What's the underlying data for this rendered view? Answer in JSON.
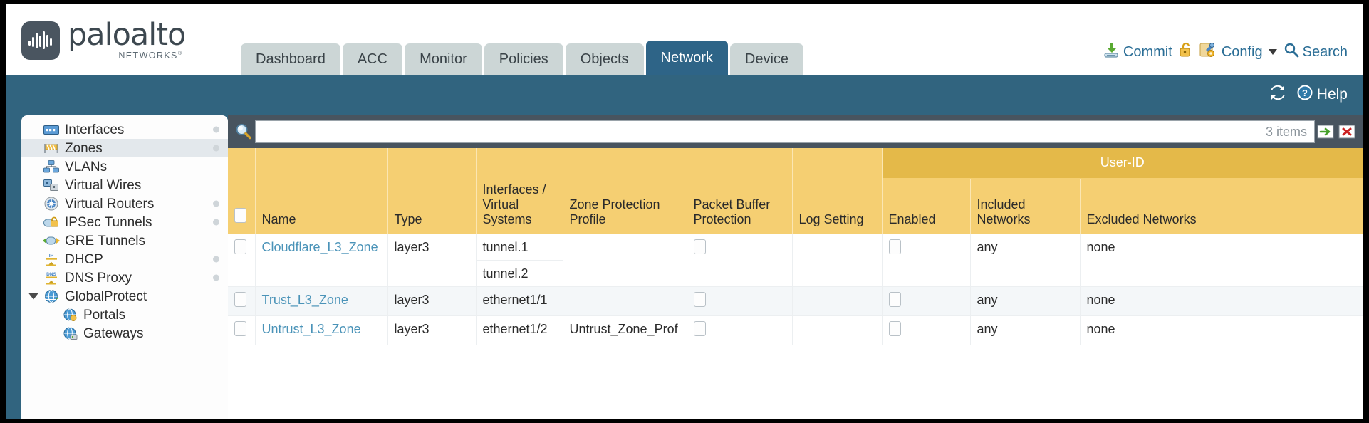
{
  "brand": {
    "name": "paloalto",
    "sub": "NETWORKS",
    "sub_mark": "®",
    "logo_icon": "paloalto-waveform-logo"
  },
  "nav": {
    "tabs": [
      {
        "label": "Dashboard",
        "active": false
      },
      {
        "label": "ACC",
        "active": false
      },
      {
        "label": "Monitor",
        "active": false
      },
      {
        "label": "Policies",
        "active": false
      },
      {
        "label": "Objects",
        "active": false
      },
      {
        "label": "Network",
        "active": true
      },
      {
        "label": "Device",
        "active": false
      }
    ]
  },
  "toolbar": {
    "commit_label": "Commit",
    "commit_icon": "commit-download-icon",
    "lock_icon": "padlock-unlocked-icon",
    "config_label": "Config",
    "config_icon": "config-wrench-icon",
    "config_caret_icon": "chevron-down-icon",
    "search_label": "Search",
    "search_icon": "search-magnifier-icon"
  },
  "band": {
    "refresh_icon": "refresh-icon",
    "help_label": "Help",
    "help_icon": "help-question-icon"
  },
  "sidebar": {
    "items": [
      {
        "label": "Interfaces",
        "icon": "interfaces-icon",
        "selected": false,
        "dot": true,
        "child": false,
        "twisty": false
      },
      {
        "label": "Zones",
        "icon": "zones-icon",
        "selected": true,
        "dot": true,
        "child": false,
        "twisty": false
      },
      {
        "label": "VLANs",
        "icon": "vlans-icon",
        "selected": false,
        "dot": false,
        "child": false,
        "twisty": false
      },
      {
        "label": "Virtual Wires",
        "icon": "virtual-wires-icon",
        "selected": false,
        "dot": false,
        "child": false,
        "twisty": false
      },
      {
        "label": "Virtual Routers",
        "icon": "virtual-routers-icon",
        "selected": false,
        "dot": true,
        "child": false,
        "twisty": false
      },
      {
        "label": "IPSec Tunnels",
        "icon": "ipsec-tunnels-icon",
        "selected": false,
        "dot": true,
        "child": false,
        "twisty": false
      },
      {
        "label": "GRE Tunnels",
        "icon": "gre-tunnels-icon",
        "selected": false,
        "dot": false,
        "child": false,
        "twisty": false
      },
      {
        "label": "DHCP",
        "icon": "dhcp-icon",
        "selected": false,
        "dot": true,
        "child": false,
        "twisty": false
      },
      {
        "label": "DNS Proxy",
        "icon": "dns-proxy-icon",
        "selected": false,
        "dot": true,
        "child": false,
        "twisty": false
      },
      {
        "label": "GlobalProtect",
        "icon": "globalprotect-icon",
        "selected": false,
        "dot": false,
        "child": false,
        "twisty": true
      },
      {
        "label": "Portals",
        "icon": "portals-icon",
        "selected": false,
        "dot": false,
        "child": true,
        "twisty": false
      },
      {
        "label": "Gateways",
        "icon": "gateways-icon",
        "selected": false,
        "dot": false,
        "child": true,
        "twisty": false
      }
    ]
  },
  "search": {
    "value": "",
    "placeholder": "",
    "magnifier_icon": "search-magnifier-icon",
    "item_count": "3 items",
    "apply_icon": "green-arrow-apply-icon",
    "clear_icon": "red-x-clear-icon"
  },
  "table": {
    "group_header": "User-ID",
    "columns": [
      "Name",
      "Type",
      "Interfaces / Virtual Systems",
      "Zone Protection Profile",
      "Packet Buffer Protection",
      "Log Setting",
      "Enabled",
      "Included Networks",
      "Excluded Networks"
    ],
    "rows": [
      {
        "name": "Cloudflare_L3_Zone",
        "type": "layer3",
        "interfaces": [
          "tunnel.1",
          "tunnel.2"
        ],
        "zone_protection_profile": "",
        "packet_buffer_protection": false,
        "log_setting": "",
        "userid_enabled": false,
        "included_networks": "any",
        "excluded_networks": "none",
        "selected": false
      },
      {
        "name": "Trust_L3_Zone",
        "type": "layer3",
        "interfaces": [
          "ethernet1/1"
        ],
        "zone_protection_profile": "",
        "packet_buffer_protection": false,
        "log_setting": "",
        "userid_enabled": false,
        "included_networks": "any",
        "excluded_networks": "none",
        "selected": false
      },
      {
        "name": "Untrust_L3_Zone",
        "type": "layer3",
        "interfaces": [
          "ethernet1/2"
        ],
        "zone_protection_profile": "Untrust_Zone_Prof",
        "packet_buffer_protection": false,
        "log_setting": "",
        "userid_enabled": false,
        "included_networks": "any",
        "excluded_networks": "none",
        "selected": false
      }
    ]
  },
  "colors": {
    "brand_blue": "#31647f",
    "active_tab": "#2e6487",
    "tab_bg": "#ccd6d6",
    "table_header": "#f5cf72",
    "table_group_header": "#e4b949",
    "link": "#4a93b8",
    "toolbar_dark": "#48545f"
  }
}
